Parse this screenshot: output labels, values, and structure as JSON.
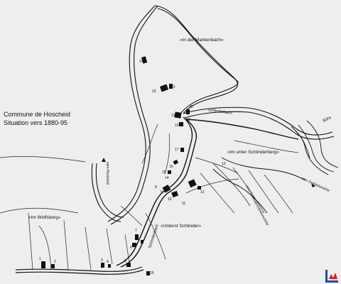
{
  "title": {
    "line1": "Commune de Hoscheid",
    "line2": "Situation vers 1880-95"
  },
  "places": {
    "markenbach": "«In der Markenbach»",
    "schlinderberg": "«Im unter Schlinderberg»",
    "unterst_schlinder": "«Unterst Schlinder»",
    "wolfsberg": "«Im Wolfsberg»"
  },
  "water_labels": {
    "schlinderbach_top": "Schlinderbach",
    "schlinderbach_bottom": "Schlinderbach",
    "sure": "Süre"
  },
  "road_labels": {
    "vers_hoscheid": "vers Hoscheid",
    "vers_goebelsmuhle": "vers Goebelsmühle",
    "vers_schlindermanderscheid": "vers Schlindermanderscheid"
  },
  "house_numbers": [
    "1",
    "2",
    "3",
    "4",
    "5",
    "6",
    "7",
    "8",
    "9",
    "10",
    "11",
    "12",
    "13",
    "14",
    "15",
    "16",
    "17",
    "18",
    "19",
    "20",
    "21",
    "22",
    "23",
    "24",
    "25"
  ],
  "logo": "red-blue-corner-logo"
}
